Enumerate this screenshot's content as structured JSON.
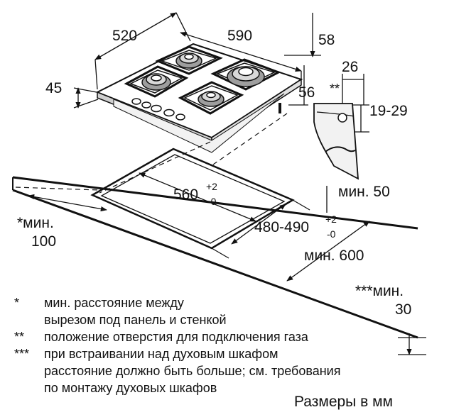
{
  "dimensions": {
    "width_hob": "520",
    "depth_hob": "590",
    "height_hob": "45",
    "dim_58": "58",
    "dim_56": "56",
    "dim_26": "26",
    "gas_marker": "**",
    "gas_height": "19-29",
    "cutout_width": "560",
    "cutout_width_tol_plus": "+2",
    "cutout_width_tol_minus": "-0",
    "cutout_depth": "480-490",
    "cutout_depth_tol_plus": "+2",
    "cutout_depth_tol_minus": "-0",
    "min_50": "мин. 50",
    "min_600": "мин. 600",
    "min_100_prefix": "*мин.",
    "min_100_value": "100",
    "min_30_prefix": "***мин.",
    "min_30_value": "30"
  },
  "notes": [
    {
      "mark": "*",
      "lines": [
        "мин. расстояние между",
        "вырезом под панель и стенкой"
      ]
    },
    {
      "mark": "**",
      "lines": [
        "положение отверстия для подключения газа"
      ]
    },
    {
      "mark": "***",
      "lines": [
        "при встраивании над духовым шкафом",
        "расстояние должно быть больше; см. требования",
        "по монтажу духовых шкафов"
      ]
    }
  ],
  "footer": "Размеры в мм"
}
